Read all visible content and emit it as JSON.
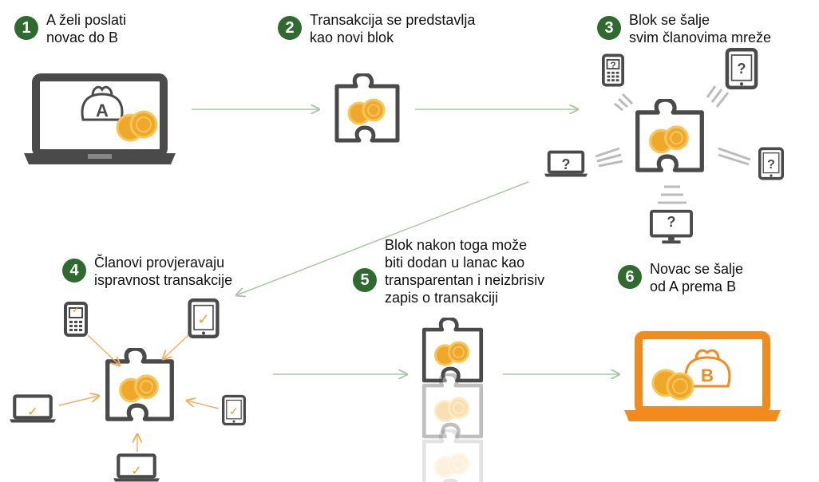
{
  "colors": {
    "badge": "#2f6b2f",
    "device_gray": "#4a4a4a",
    "screen_bg": "#ffffff",
    "coin": "#f0a82a",
    "coin_light": "#f7c65a",
    "accent_orange": "#f28a1c",
    "arrow_green": "#a9c9a4",
    "check_orange": "#f29a1e"
  },
  "steps": [
    {
      "number": "1",
      "lines": [
        "A želi poslati",
        "novac do B"
      ]
    },
    {
      "number": "2",
      "lines": [
        "Transakcija se predstavlja",
        "kao novi blok"
      ]
    },
    {
      "number": "3",
      "lines": [
        "Blok se šalje",
        "svim članovima mreže"
      ]
    },
    {
      "number": "4",
      "lines": [
        "Članovi provjeravaju",
        "ispravnost transakcije"
      ]
    },
    {
      "number": "5",
      "lines": [
        "Blok nakon toga može",
        "biti dodan u lanac kao",
        "transparentan i neizbrisiv",
        "zapis o transakciji"
      ]
    },
    {
      "number": "6",
      "lines": [
        "Novac se šalje",
        "od A prema B"
      ]
    }
  ],
  "wallet_letters": {
    "sender": "A",
    "receiver": "B"
  },
  "unknown_mark": "?",
  "check_mark": "✓",
  "icons": {
    "device_1": "laptop-wallet-icon",
    "device_6": "laptop-wallet-orange-icon",
    "block": "puzzle-piece-icon",
    "network": [
      "phone-icon",
      "tablet-icon",
      "laptop-icon",
      "monitor-icon"
    ]
  }
}
